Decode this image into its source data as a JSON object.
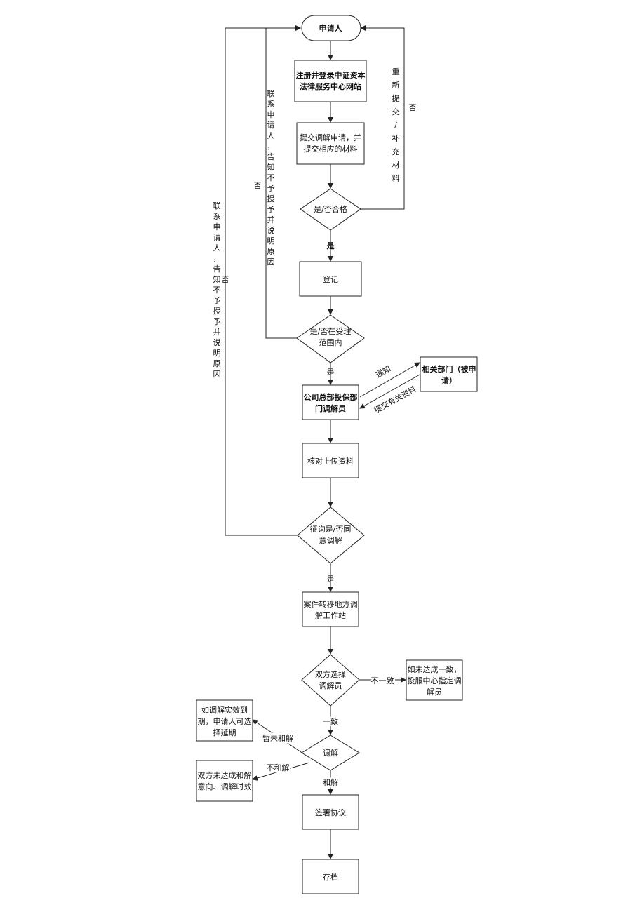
{
  "nodes": {
    "applicant": "申请人",
    "register_line1": "注册并登录中证资本",
    "register_line2": "法律服务中心网站",
    "submit_line1": "提交调解申请，并",
    "submit_line2": "提交相应的材料",
    "qualified": "是/否合格",
    "record": "登记",
    "scope_line1": "是/否在受理",
    "scope_line2": "范围内",
    "mediator_line1": "公司总部投保部",
    "mediator_line2": "门调解员",
    "dept_line1": "相关部门（被申",
    "dept_line2": "请）",
    "verify": "核对上传资料",
    "consent_line1": "征询是/否同",
    "consent_line2": "意调解",
    "transfer_line1": "案件转移地方调",
    "transfer_line2": "解工作站",
    "choose_line1": "双方选择",
    "choose_line2": "调解员",
    "assign_line1": "如未达成一致，",
    "assign_line2": "投服中心指定调",
    "assign_line3": "解员",
    "extend_line1": "如调解实效到",
    "extend_line2": "期，申请人可选",
    "extend_line3": "择延期",
    "expire_line1": "双方未达成和解",
    "expire_line2": "意向、调解时效",
    "mediate": "调解",
    "sign": "签署协议",
    "archive": "存档"
  },
  "labels": {
    "yes_bold": "是",
    "yes": "是",
    "yes2": "是",
    "no_resubmit": "否",
    "resubmit_vertical": "重新提交/补充材料",
    "no_scope": "否",
    "scope_vertical": "联系申请人，告知不予授予并说明原因",
    "no_consent": "否",
    "consent_vertical": "联系申请人，告知不予授予并说明原因",
    "notify": "通知",
    "provide_docs": "提交有关资料",
    "disagree": "不一致",
    "agree": "一致",
    "temporary": "暂未和解",
    "no_settle": "不和解",
    "settle": "和解"
  }
}
